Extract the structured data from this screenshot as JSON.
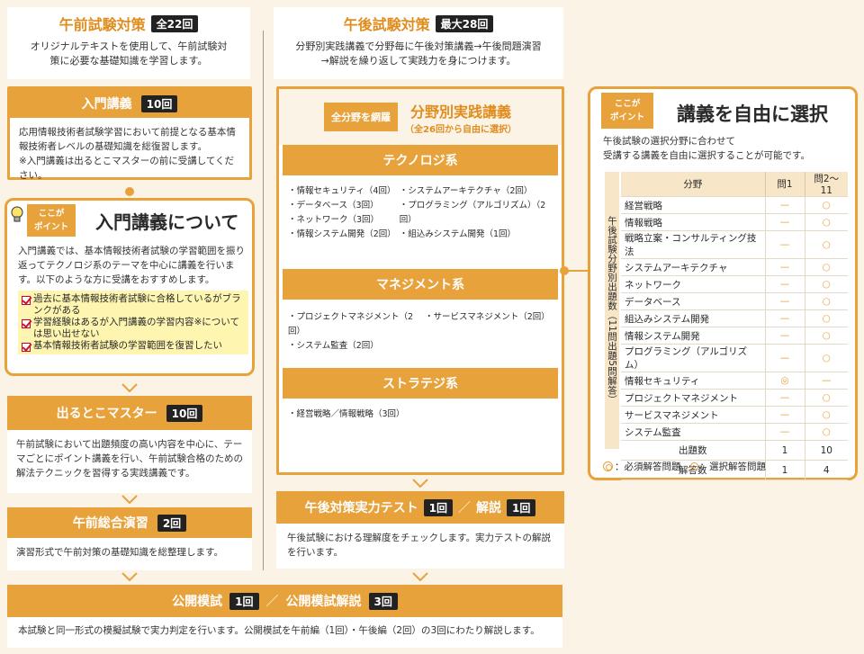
{
  "morning": {
    "title": "午前試験対策",
    "badge": "全22回",
    "desc": "オリジナルテキストを使用して、午前試験対策に必要な基礎知識を学習します。",
    "intro": {
      "title": "入門講義",
      "count": "10回",
      "text": "応用情報技術者試験学習において前提となる基本情報技術者レベルの基礎知識を総復習します。",
      "note": "※入門講義は出るとこマスターの前に受講してください。"
    },
    "point": {
      "tag1": "ここが",
      "tag2": "ポイント",
      "title": "入門講義について",
      "text": "入門講義では、基本情報技術者試験の学習範囲を振り返ってテクノロジ系のテーマを中心に講義を行います。以下のような方に受講をおすすめします。",
      "checks": [
        "過去に基本情報技術者試験に合格しているがブランクがある",
        "学習経験はあるが入門講義の学習内容※については思い出せない",
        "基本情報技術者試験の学習範囲を復習したい"
      ]
    },
    "master": {
      "title": "出るとこマスター",
      "count": "10回",
      "text": "午前試験において出題頻度の高い内容を中心に、テーマごとにポイント講義を行い、午前試験合格のための解法テクニックを習得する実践講義です。"
    },
    "practice": {
      "title": "午前総合演習",
      "count": "2回",
      "text": "演習形式で午前対策の基礎知識を総整理します。"
    }
  },
  "afternoon": {
    "title": "午後試験対策",
    "badge": "最大28回",
    "desc": "分野別実践講義で分野毎に午後対策講義→午後問題演習→解説を繰り返して実践力を身につけます。",
    "field": {
      "tag": "全分野を網羅",
      "title": "分野別実践講義",
      "sub": "（全26回から自由に選択）"
    },
    "tech": {
      "title": "テクノロジ系",
      "col1": [
        "・情報セキュリティ（4回）",
        "・データベース（3回）",
        "・ネットワーク（3回）",
        "・情報システム開発（2回）"
      ],
      "col2": [
        "・システムアーキテクチャ（2回）",
        "・プログラミング（アルゴリズム）（2回）",
        "・組込みシステム開発（1回）"
      ]
    },
    "mgmt": {
      "title": "マネジメント系",
      "col1": [
        "・プロジェクトマネジメント（2回）",
        "・システム監査（2回）"
      ],
      "col2": [
        "・サービスマネジメント（2回）"
      ]
    },
    "strat": {
      "title": "ストラテジ系",
      "col1": [
        "・経営戦略／情報戦略（3回）"
      ]
    },
    "test": {
      "title": "午後対策実力テスト",
      "count": "1回",
      "sep": "／",
      "title2": "解説",
      "count2": "1回",
      "text": "午後試験における理解度をチェックします。実力テストの解説を行います。"
    }
  },
  "mock": {
    "title": "公開模試",
    "count": "1回",
    "sep": "／",
    "title2": "公開模試解説",
    "count2": "3回",
    "text": "本試験と同一形式の模擬試験で実力判定を行います。公開模試を午前編（1回）・午後編（2回）の3回にわたり解説します。"
  },
  "select": {
    "tag1": "ここが",
    "tag2": "ポイント",
    "title": "講義を自由に選択",
    "text1": "午後試験の選択分野に合わせて",
    "text2": "受講する講義を自由に選択することが可能です。",
    "side": "午後試験分野別出題数（11問出題5問解答）",
    "headers": [
      "分野",
      "問1",
      "問2〜11"
    ],
    "rows": [
      {
        "name": "経営戦略",
        "q1": "—",
        "q2": "○"
      },
      {
        "name": "情報戦略",
        "q1": "—",
        "q2": "○"
      },
      {
        "name": "戦略立案・コンサルティング技法",
        "q1": "—",
        "q2": "○"
      },
      {
        "name": "システムアーキテクチャ",
        "q1": "—",
        "q2": "○"
      },
      {
        "name": "ネットワーク",
        "q1": "—",
        "q2": "○"
      },
      {
        "name": "データベース",
        "q1": "—",
        "q2": "○"
      },
      {
        "name": "組込みシステム開発",
        "q1": "—",
        "q2": "○"
      },
      {
        "name": "情報システム開発",
        "q1": "—",
        "q2": "○"
      },
      {
        "name": "プログラミング（アルゴリズム）",
        "q1": "—",
        "q2": "○"
      },
      {
        "name": "情報セキュリティ",
        "q1": "◎",
        "q2": "—"
      },
      {
        "name": "プロジェクトマネジメント",
        "q1": "—",
        "q2": "○"
      },
      {
        "name": "サービスマネジメント",
        "q1": "—",
        "q2": "○"
      },
      {
        "name": "システム監査",
        "q1": "—",
        "q2": "○"
      }
    ],
    "totals": [
      {
        "name": "出題数",
        "q1": "1",
        "q2": "10"
      },
      {
        "name": "解答数",
        "q1": "1",
        "q2": "4"
      }
    ],
    "legend_req": "：必須解答問題",
    "legend_opt": "：選択解答問題"
  },
  "colors": {
    "accent": "#e8a23c",
    "title": "#e08d1e",
    "bg": "#fbf3e6",
    "yellow": "#fdf5b0"
  }
}
